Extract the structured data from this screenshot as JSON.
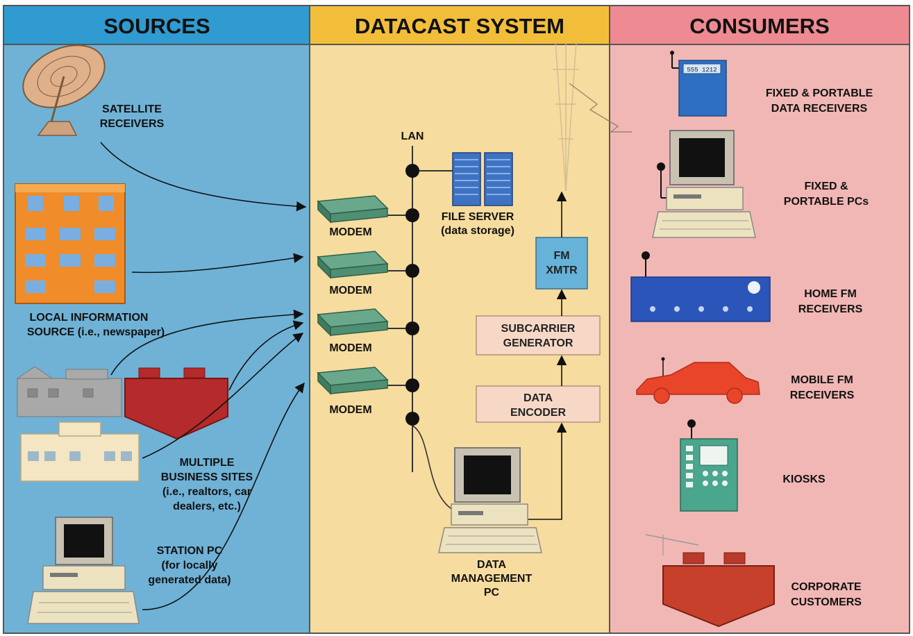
{
  "columns": {
    "sources": "SOURCES",
    "datacast": "DATACAST SYSTEM",
    "consumers": "CONSUMERS"
  },
  "sources": {
    "satellite": [
      "SATELLITE",
      "RECEIVERS"
    ],
    "local_info": [
      "LOCAL INFORMATION",
      "SOURCE (i.e., newspaper)"
    ],
    "business": [
      "MULTIPLE",
      "BUSINESS SITES",
      "(i.e., realtors, car",
      "dealers, etc.)"
    ],
    "station_pc": [
      "STATION PC",
      "(for locally",
      "generated data)"
    ]
  },
  "datacast": {
    "lan": "LAN",
    "modem": "MODEM",
    "file_server": [
      "FILE SERVER",
      "(data storage)"
    ],
    "fm_xmtr": [
      "FM",
      "XMTR"
    ],
    "subcarrier": [
      "SUBCARRIER",
      "GENERATOR"
    ],
    "encoder": [
      "DATA",
      "ENCODER"
    ],
    "mgmt_pc": [
      "DATA",
      "MANAGEMENT",
      "PC"
    ]
  },
  "consumers": {
    "data_receivers": [
      "FIXED & PORTABLE",
      "DATA RECEIVERS"
    ],
    "pcs": [
      "FIXED &",
      "PORTABLE PCs"
    ],
    "home_fm": [
      "HOME FM",
      "RECEIVERS"
    ],
    "mobile_fm": [
      "MOBILE FM",
      "RECEIVERS"
    ],
    "kiosks": "KIOSKS",
    "corporate": [
      "CORPORATE",
      "CUSTOMERS"
    ],
    "receiver_display": "555 1212"
  },
  "colors": {
    "sources_bg": "#6fb2d6",
    "sources_header": "#2f9bd0",
    "datacast_bg": "#f6dc9e",
    "datacast_header": "#f2be3a",
    "consumers_bg": "#f1b7b5",
    "consumers_header": "#ee8a92"
  }
}
